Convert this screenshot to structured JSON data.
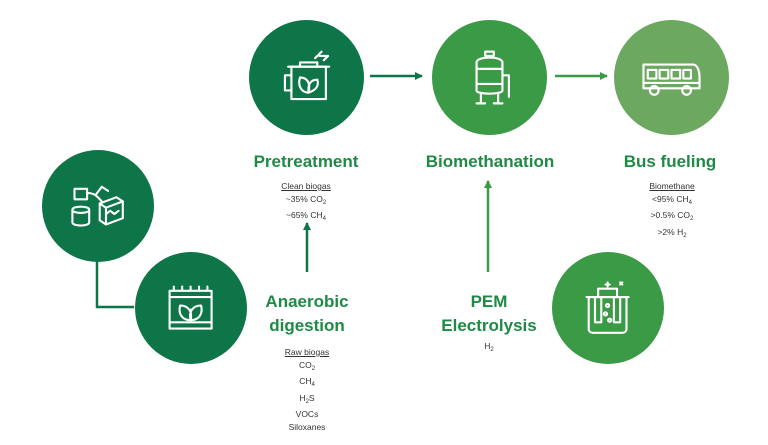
{
  "colors": {
    "dark_green": "#0d7548",
    "mid_green": "#3b9a45",
    "light_green": "#6da861",
    "title_green": "#1e8a45",
    "icon_stroke": "#ffffff"
  },
  "nodes": {
    "pretreatment": {
      "title": "Pretreatment",
      "icon": "pot-leaf-icon",
      "note_head": "Clean biogas",
      "note_lines": [
        {
          "pre": "~35% CO",
          "sub": "2"
        },
        {
          "pre": "~65% CH",
          "sub": "4"
        }
      ]
    },
    "biomethanation": {
      "title": "Biomethanation",
      "icon": "tank-reactor-icon"
    },
    "bus_fueling": {
      "title": "Bus fueling",
      "icon": "bus-icon",
      "note_head": "Biomethane",
      "note_lines": [
        {
          "pre": "<95% CH",
          "sub": "4"
        },
        {
          "pre": ">0.5% CO",
          "sub": "2"
        },
        {
          "pre": ">2% H",
          "sub": "2"
        }
      ]
    },
    "feedstock": {
      "icon": "waste-feedstock-icon"
    },
    "anaerobic_digestion": {
      "title_line1": "Anaerobic",
      "title_line2": "digestion",
      "icon": "digester-leaf-icon",
      "note_head": "Raw biogas",
      "note_lines": [
        {
          "pre": "CO",
          "sub": "2",
          "post": ""
        },
        {
          "pre": "CH",
          "sub": "4",
          "post": ""
        },
        {
          "pre": "H",
          "sub": "2",
          "post": "S"
        },
        {
          "pre": "VOCs",
          "sub": "",
          "post": ""
        },
        {
          "pre": "Siloxanes",
          "sub": "",
          "post": ""
        }
      ]
    },
    "pem_electrolysis": {
      "title_line1": "PEM",
      "title_line2": "Electrolysis",
      "icon": "electrolysis-cell-icon",
      "note_lines": [
        {
          "pre": "H",
          "sub": "2"
        }
      ]
    }
  }
}
